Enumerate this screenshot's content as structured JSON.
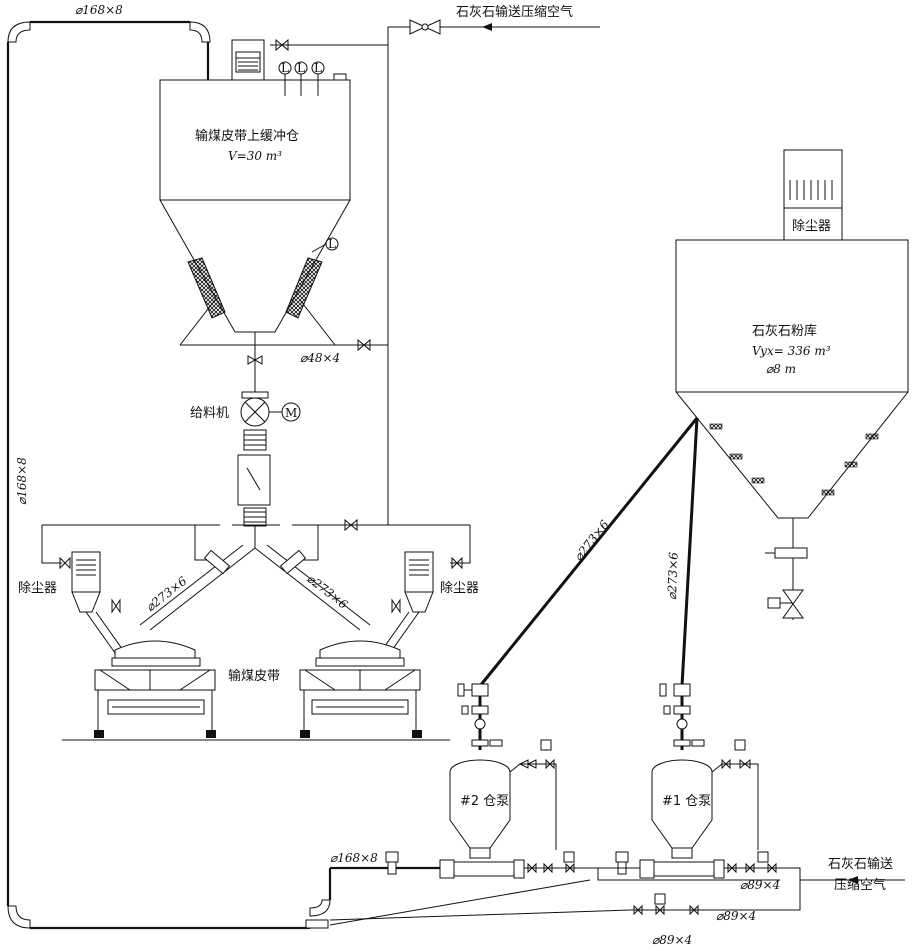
{
  "labels": {
    "pipe_top": "⌀168×8",
    "pipe_left": "⌀168×8",
    "compressed_air_top": "石灰石输送压缩空气",
    "buffer_bin_name": "输煤皮带上缓冲仓",
    "buffer_bin_volume": "V=30 m³",
    "pipe_48": "⌀48×4",
    "feeder": "给料机",
    "motor": "M",
    "level_mark": "L",
    "pipe_273_left_a": "⌀273×6",
    "pipe_273_left_b": "⌀273×6",
    "dust_collector_left": "除尘器",
    "dust_collector_right": "除尘器",
    "dust_collector_silo": "除尘器",
    "belt": "输煤皮带",
    "silo_name": "石灰石粉库",
    "silo_volume": "Vyx= 336 m³",
    "silo_diameter": "⌀8 m",
    "pipe_273_r1": "⌀273×6",
    "pipe_273_r2": "⌀273×6",
    "pump2": "#2 仓泵",
    "pump1": "#1 仓泵",
    "pipe_168_bottom": "⌀168×8",
    "compressed_air_right_1": "石灰石输送",
    "compressed_air_right_2": "压缩空气",
    "pipe_89_a": "⌀89×4",
    "pipe_89_b": "⌀89×4",
    "pipe_89_c": "⌀89×4"
  }
}
